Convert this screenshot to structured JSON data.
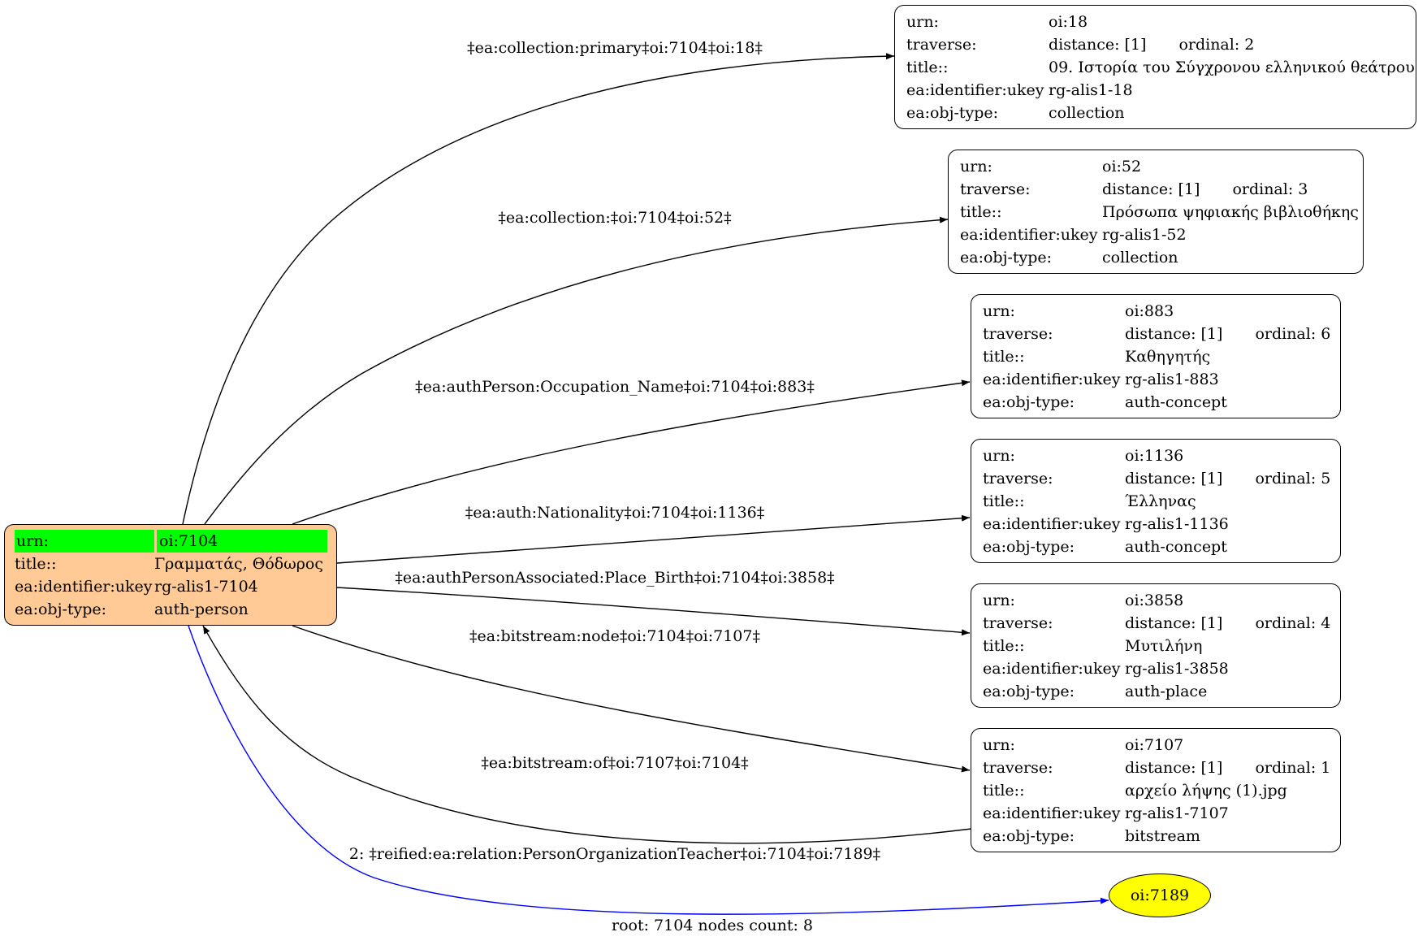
{
  "root": {
    "rows": [
      {
        "k": "urn:",
        "v": "oi:7104"
      },
      {
        "k": "title::",
        "v": "Γραμματάς, Θόδωρος"
      },
      {
        "k": "ea:identifier:ukey",
        "v": "rg-alis1-7104"
      },
      {
        "k": "ea:obj-type:",
        "v": "auth-person"
      }
    ],
    "fill": "#ffca96",
    "highlight": "#00ff00"
  },
  "nodes": [
    {
      "urn": "oi:18",
      "distance": "distance: [1]",
      "ordinal": "ordinal: 2",
      "title": "09. Ιστορία του Σύγχρονου ελληνικού θεάτρου",
      "ukey": "rg-alis1-18",
      "type": "collection"
    },
    {
      "urn": "oi:52",
      "distance": "distance: [1]",
      "ordinal": "ordinal: 3",
      "title": "Πρόσωπα ψηφιακής βιβλιοθήκης",
      "ukey": "rg-alis1-52",
      "type": "collection"
    },
    {
      "urn": "oi:883",
      "distance": "distance: [1]",
      "ordinal": "ordinal: 6",
      "title": "Καθηγητής",
      "ukey": "rg-alis1-883",
      "type": "auth-concept"
    },
    {
      "urn": "oi:1136",
      "distance": "distance: [1]",
      "ordinal": "ordinal: 5",
      "title": "Έλληνας",
      "ukey": "rg-alis1-1136",
      "type": "auth-concept"
    },
    {
      "urn": "oi:3858",
      "distance": "distance: [1]",
      "ordinal": "ordinal: 4",
      "title": "Μυτιλήνη",
      "ukey": "rg-alis1-3858",
      "type": "auth-place"
    },
    {
      "urn": "oi:7107",
      "distance": "distance: [1]",
      "ordinal": "ordinal: 1",
      "title": "αρχείο λήψης (1).jpg",
      "ukey": "rg-alis1-7107",
      "type": "bitstream"
    }
  ],
  "keys": {
    "urn": "urn:",
    "traverse": "traverse:",
    "title": "title::",
    "ukey": "ea:identifier:ukey",
    "type": "ea:obj-type:"
  },
  "edges": [
    "‡ea:collection:primary‡oi:7104‡oi:18‡",
    "‡ea:collection:‡oi:7104‡oi:52‡",
    "‡ea:authPerson:Occupation_Name‡oi:7104‡oi:883‡",
    "‡ea:auth:Nationality‡oi:7104‡oi:1136‡",
    "‡ea:authPersonAssociated:Place_Birth‡oi:7104‡oi:3858‡",
    "‡ea:bitstream:node‡oi:7104‡oi:7107‡",
    "‡ea:bitstream:of‡oi:7107‡oi:7104‡",
    "2: ‡reified:ea:relation:PersonOrganizationTeacher‡oi:7104‡oi:7189‡"
  ],
  "leaf": {
    "label": "oi:7189",
    "fill": "#ffff00"
  },
  "reified_color": "#0000ff",
  "footer": "root: 7104 nodes count: 8"
}
